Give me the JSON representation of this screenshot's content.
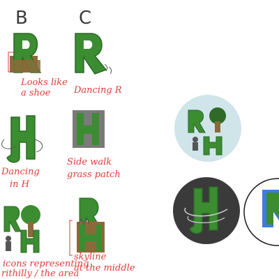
{
  "columns": {
    "b": "B",
    "c": "C"
  },
  "notes": {
    "b1": [
      "Looks like",
      "a shoe"
    ],
    "c1": [
      "Dancing R"
    ],
    "b2": [
      "Dancing",
      "in H"
    ],
    "c2": [
      "Side walk",
      "grass patch"
    ],
    "b3": [
      "icons representing",
      "rithilly / the area"
    ],
    "c3": [
      "skyline",
      "at the middle"
    ]
  },
  "colors": {
    "green": "#3c8c32",
    "dark_green": "#2b6a25",
    "grey": "#7a7a78",
    "brown": "#8b6a3a",
    "red_ink": "#e23b3b",
    "light_blue_circle": "#cfe5ea",
    "dark_circle": "#3a3a3a",
    "blue": "#3a7de0"
  },
  "icons": [
    "shoe-sketch",
    "tree-icon",
    "person-icon",
    "skyline-icon",
    "swirl-icon"
  ]
}
